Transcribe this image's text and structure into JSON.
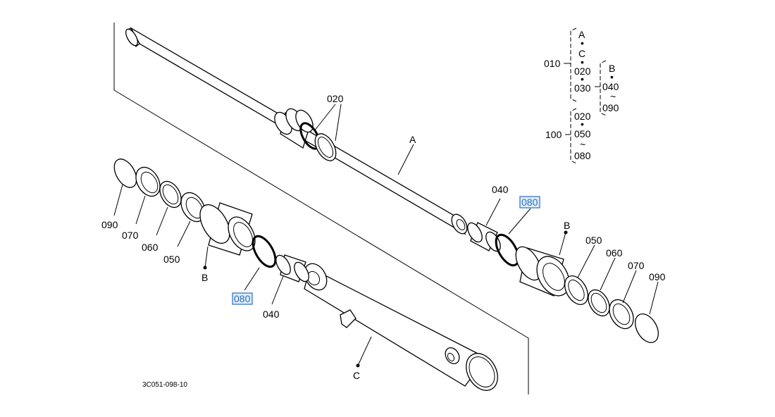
{
  "drawing_code": "3C051-098-10",
  "legend": {
    "group_010": "010",
    "group_100": "100",
    "a": "A",
    "b": "B",
    "c": "C",
    "p020": "020",
    "p030": "030",
    "p040": "040",
    "p050": "050",
    "p080": "080",
    "p090": "090",
    "dot": "•",
    "tilde": "~"
  },
  "callouts": {
    "rod_seals": "020",
    "rod": "A",
    "left_snap_ring": "090",
    "left_packing": "070",
    "left_backup_ring": "060",
    "left_wiper": "050",
    "left_gland": "B",
    "left_oring": "080",
    "left_bushing": "040",
    "tube": "C",
    "right_bushing": "040",
    "right_oring": "080",
    "right_gland": "B",
    "right_wiper": "050",
    "right_backup_ring": "060",
    "right_packing": "070",
    "right_snap_ring": "090"
  },
  "highlight_color": "#2c6fbf"
}
